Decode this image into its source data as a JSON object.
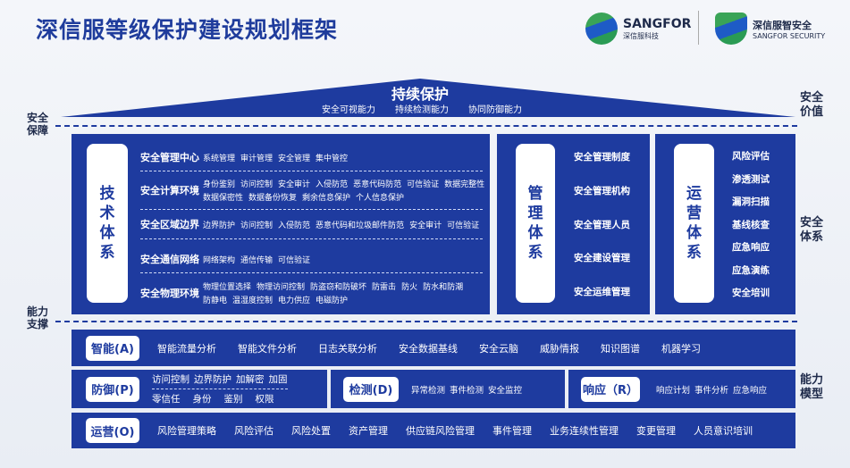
{
  "title": "深信服等级保护建设规划框架",
  "logos": {
    "sangfor_name": "SANGFOR",
    "sangfor_cn": "深信服科技",
    "security_cn": "深信服智安全",
    "security_en": "SANGFOR SECURITY"
  },
  "side_labels": {
    "guarantee": [
      "安全",
      "保障"
    ],
    "support": [
      "能力",
      "支撑"
    ],
    "value": [
      "安全",
      "价值"
    ],
    "system": [
      "安全",
      "体系"
    ],
    "model": [
      "能力",
      "模型"
    ]
  },
  "roof": {
    "title": "持续保护",
    "items": [
      "安全可视能力",
      "持续检测能力",
      "协同防御能力"
    ]
  },
  "tech": {
    "label": [
      "技",
      "术",
      "体",
      "系"
    ],
    "rows": [
      {
        "head": "安全管理中心",
        "items": [
          "系统管理",
          "审计管理",
          "安全管理",
          "集中管控"
        ]
      },
      {
        "head": "安全计算环境",
        "items": [
          "身份鉴别",
          "访问控制",
          "安全审计",
          "入侵防范",
          "恶意代码防范",
          "可信验证",
          "数据完整性",
          "数据保密性",
          "数据备份恢复",
          "剩余信息保护",
          "个人信息保护"
        ]
      },
      {
        "head": "安全区域边界",
        "items": [
          "边界防护",
          "访问控制",
          "入侵防范",
          "恶意代码和垃圾邮件防范",
          "安全审计",
          "可信验证"
        ]
      },
      {
        "head": "安全通信网络",
        "items": [
          "网络架构",
          "通信传输",
          "可信验证"
        ]
      },
      {
        "head": "安全物理环境",
        "items": [
          "物理位置选择",
          "物理访问控制",
          "防盗窃和防破坏",
          "防雷击",
          "防火",
          "防水和防潮",
          "防静电",
          "温湿度控制",
          "电力供应",
          "电磁防护"
        ]
      }
    ]
  },
  "mgmt": {
    "label": [
      "管",
      "理",
      "体",
      "系"
    ],
    "items": [
      "安全管理制度",
      "安全管理机构",
      "安全管理人员",
      "安全建设管理",
      "安全运维管理"
    ]
  },
  "ops": {
    "label": [
      "运",
      "营",
      "体",
      "系"
    ],
    "items": [
      "风险评估",
      "渗透测试",
      "漏洞扫描",
      "基线核查",
      "应急响应",
      "应急演练",
      "安全培训"
    ]
  },
  "ability": {
    "tag": "智能(A)",
    "items": [
      "智能流量分析",
      "智能文件分析",
      "日志关联分析",
      "安全数据基线",
      "安全云脑",
      "威胁情报",
      "知识图谱",
      "机器学习"
    ]
  },
  "defense": {
    "tag": "防御(P)",
    "line1": [
      "访问控制",
      "边界防护",
      "加解密",
      "加固"
    ],
    "line2": [
      "零信任",
      "身份",
      "鉴别",
      "权限"
    ]
  },
  "detect": {
    "tag": "检测(D)",
    "items": [
      "异常检测",
      "事件检测",
      "安全监控"
    ]
  },
  "respond": {
    "tag": "响应（R）",
    "items": [
      "响应计划",
      "事件分析",
      "应急响应"
    ]
  },
  "operate": {
    "tag": "运营(O)",
    "items": [
      "风险管理策略",
      "风险评估",
      "风险处置",
      "资产管理",
      "供应链风险管理",
      "事件管理",
      "业务连续性管理",
      "变更管理",
      "人员意识培训"
    ]
  }
}
